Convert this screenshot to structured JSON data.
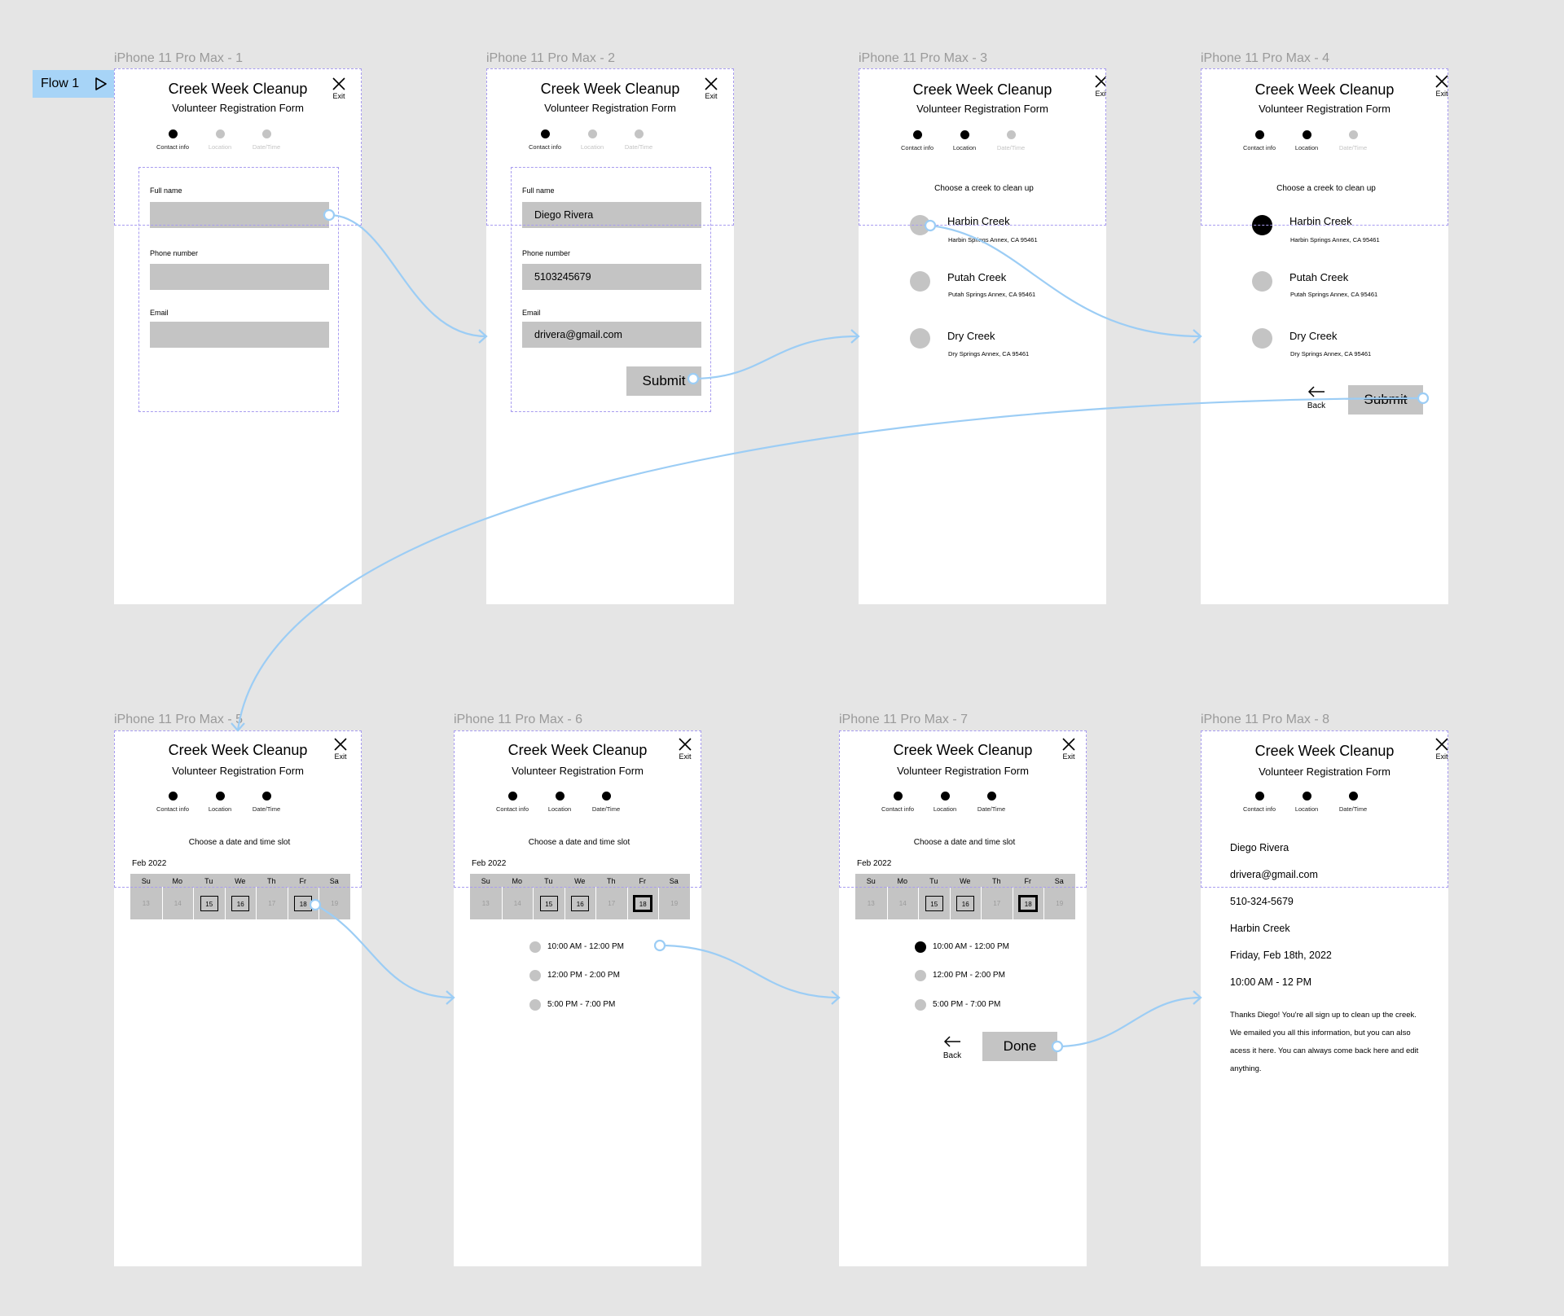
{
  "flow": {
    "label": "Flow 1"
  },
  "common": {
    "title": "Creek Week Cleanup",
    "subtitle": "Volunteer Registration Form",
    "exit_label": "Exit",
    "steps": [
      "Contact info",
      "Location",
      "Date/Time"
    ],
    "back_label": "Back"
  },
  "frames": [
    {
      "label": "iPhone 11 Pro Max - 1"
    },
    {
      "label": "iPhone 11 Pro Max - 2"
    },
    {
      "label": "iPhone 11 Pro Max - 3"
    },
    {
      "label": "iPhone 11 Pro Max - 4"
    },
    {
      "label": "iPhone 11 Pro Max - 5"
    },
    {
      "label": "iPhone 11 Pro Max - 6"
    },
    {
      "label": "iPhone 11 Pro Max - 7"
    },
    {
      "label": "iPhone 11 Pro Max - 8"
    }
  ],
  "contact": {
    "fullname_label": "Full name",
    "phone_label": "Phone number",
    "email_label": "Email",
    "fullname_value": "Diego Rivera",
    "phone_value": "5103245679",
    "email_value": "drivera@gmail.com",
    "submit_label": "Submit"
  },
  "location": {
    "prompt": "Choose a creek to clean up",
    "creeks": [
      {
        "name": "Harbin Creek",
        "address": "Harbin Springs Annex, CA 95461"
      },
      {
        "name": "Putah Creek",
        "address": "Putah Springs Annex, CA 95461"
      },
      {
        "name": "Dry Creek",
        "address": "Dry Springs Annex, CA 95461"
      }
    ],
    "submit_label": "Submit"
  },
  "datetime": {
    "prompt": "Choose a date and time slot",
    "month": "Feb 2022",
    "weekdays": [
      "Su",
      "Mo",
      "Tu",
      "We",
      "Th",
      "Fr",
      "Sa"
    ],
    "days": [
      "13",
      "14",
      "15",
      "16",
      "17",
      "18",
      "19"
    ],
    "slots": [
      "10:00 AM - 12:00 PM",
      "12:00 PM - 2:00 PM",
      "5:00 PM - 7:00 PM"
    ],
    "done_label": "Done"
  },
  "summary": {
    "lines": [
      "Diego Rivera",
      "drivera@gmail.com",
      "510-324-5679",
      "Harbin Creek",
      "Friday, Feb 18th, 2022",
      "10:00 AM - 12 PM"
    ],
    "message": "Thanks Diego! You're all sign up to clean up the creek. We emailed you all this information, but you can also acess it here. You can always come back here and edit anything."
  },
  "colors": {
    "canvas": "#e5e5e5",
    "frame": "#ffffff",
    "placeholder": "#c4c4c4",
    "connector": "#9ccdf5",
    "selection": "#a89cf0",
    "flow_badge": "#a7d4f7"
  }
}
